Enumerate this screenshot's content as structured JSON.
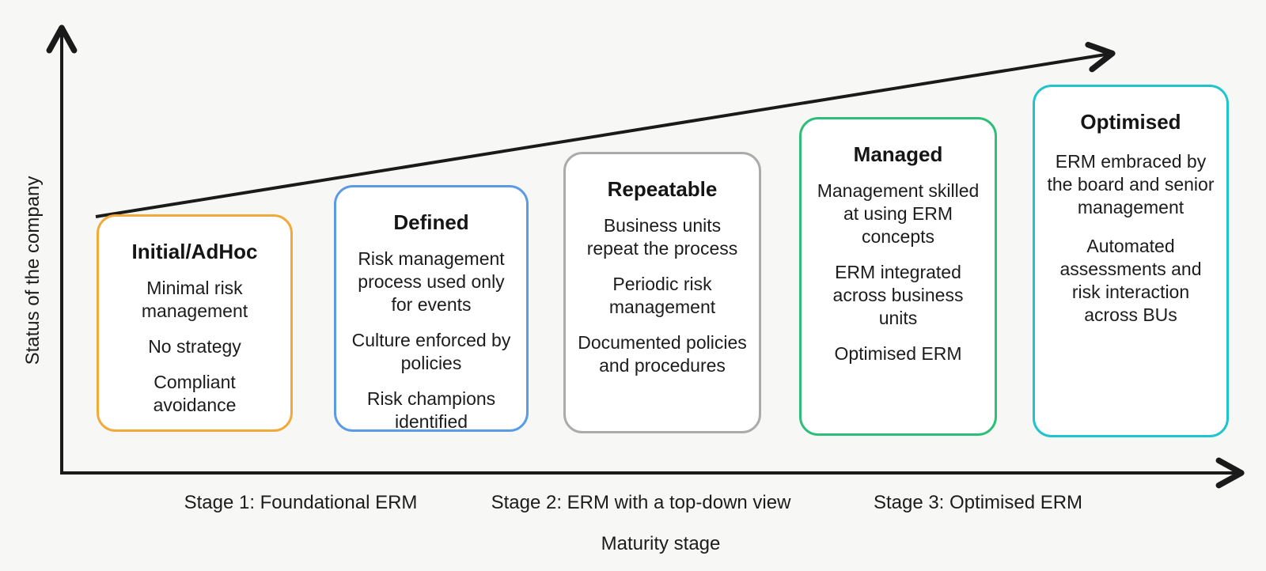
{
  "colors": {
    "background": "#f7f7f5",
    "axis": "#1a1a1a",
    "box_fill": "#ffffff"
  },
  "y_axis": {
    "label": "Status of the company"
  },
  "x_axis": {
    "label": "Maturity stage"
  },
  "stage_labels": [
    "Stage 1: Foundational ERM",
    "Stage 2: ERM with a top-down view",
    "Stage 3: Optimised ERM"
  ],
  "boxes": [
    {
      "title": "Initial/AdHoc",
      "border_color": "#f2a93b",
      "items": [
        "Minimal risk management",
        "No strategy",
        "Compliant avoidance"
      ]
    },
    {
      "title": "Defined",
      "border_color": "#5b9be6",
      "items": [
        "Risk management process used only for events",
        "Culture enforced by policies",
        "Risk champions identified"
      ]
    },
    {
      "title": "Repeatable",
      "border_color": "#ababab",
      "items": [
        "Business units repeat the process",
        "Periodic risk management",
        "Documented policies and procedures"
      ]
    },
    {
      "title": "Managed",
      "border_color": "#2fbe79",
      "items": [
        "Management skilled at using ERM concepts",
        "ERM integrated across business units",
        "Optimised ERM"
      ]
    },
    {
      "title": "Optimised",
      "border_color": "#20c4cc",
      "items": [
        "ERM embraced by the board and senior management",
        "Automated assessments and risk interaction across BUs"
      ]
    }
  ]
}
